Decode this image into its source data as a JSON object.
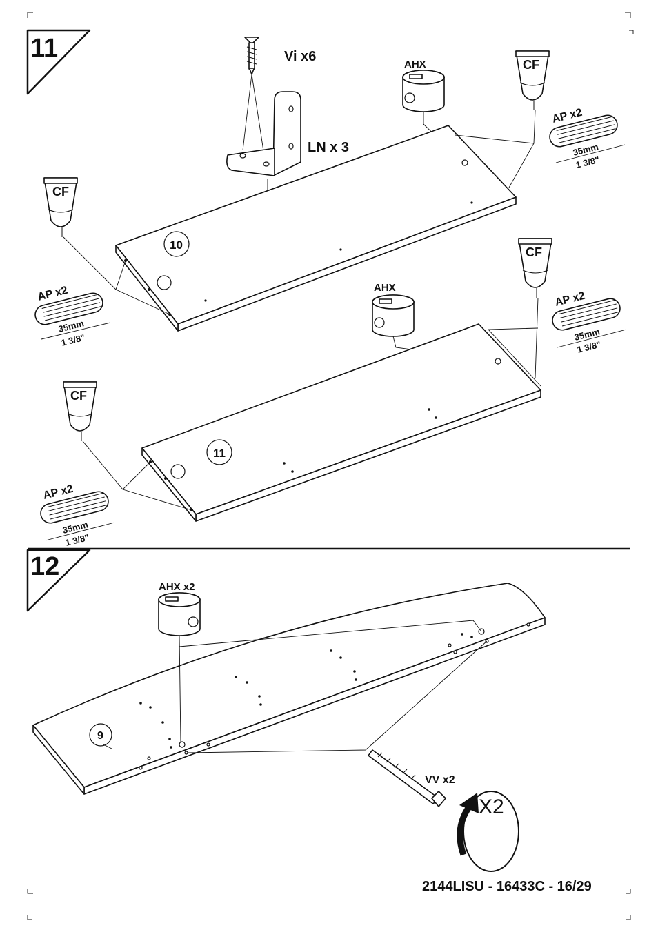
{
  "steps": [
    {
      "number": "11"
    },
    {
      "number": "12"
    }
  ],
  "panels": [
    {
      "label": "10"
    },
    {
      "label": "11"
    },
    {
      "label": "9"
    }
  ],
  "parts": {
    "screw_label": "Vi  x6",
    "bracket_label": "LN  x 3",
    "cam_label": "AHX",
    "cam_label_x2": "AHX x2",
    "glue_label": "CF",
    "dowel_label": "AP  x2",
    "dowel_len_mm": "35mm",
    "dowel_len_in": "1 3/8\"",
    "bolt_label": "VV x2",
    "rotate_label": "X2"
  },
  "footer": {
    "code": "2144LISU  -  16433C  -  16/29"
  }
}
